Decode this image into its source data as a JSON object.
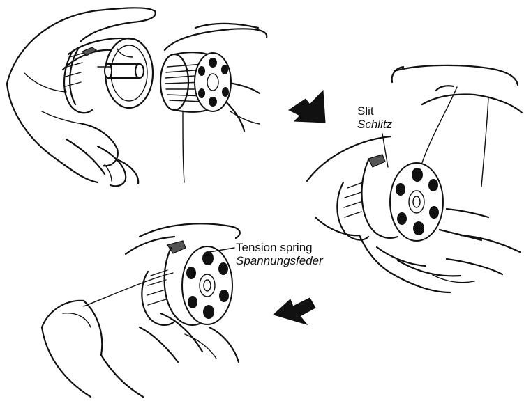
{
  "labels": {
    "slit": {
      "english": "Slit",
      "german": "Schlitz"
    },
    "tension_spring": {
      "english": "Tension spring",
      "german": "Spannungsfeder"
    }
  },
  "icons": {
    "arrow_1": "arrow-down-right-icon",
    "arrow_2": "arrow-down-left-icon"
  },
  "colors": {
    "ink": "#111111",
    "paper": "#ffffff"
  }
}
